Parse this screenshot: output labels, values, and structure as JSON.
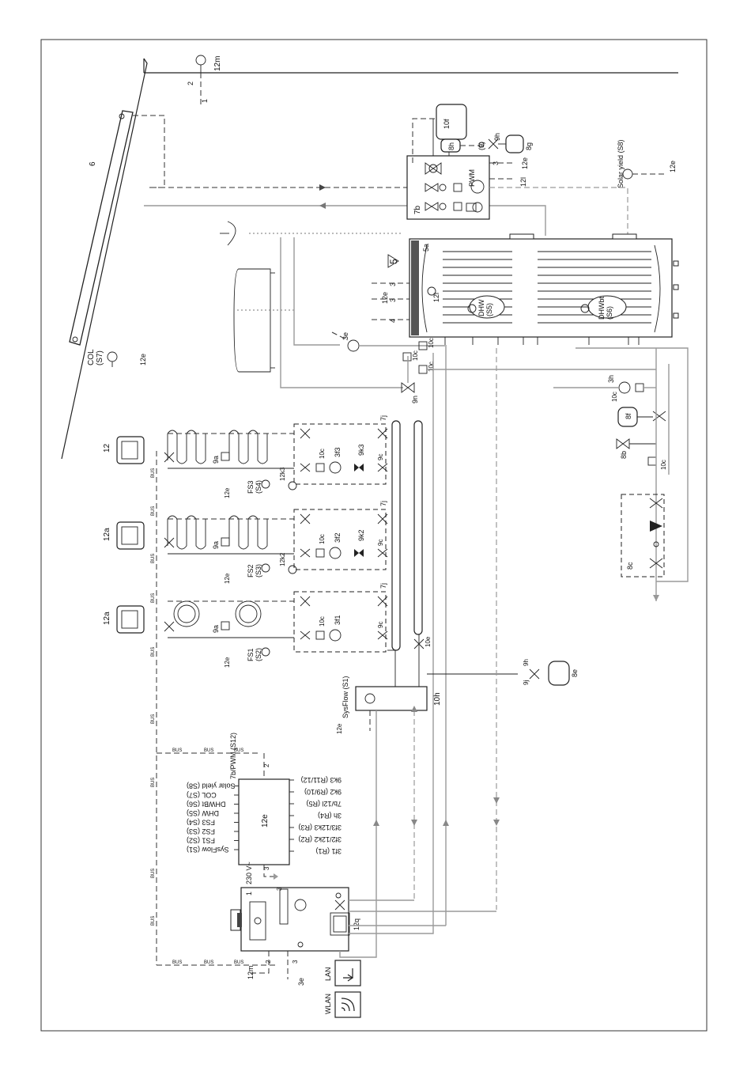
{
  "components": {
    "collector": "6",
    "sensor_top": "12m",
    "col_sensor": "COL\n(S7)",
    "pump_station": "7b",
    "pwm": "PWM",
    "expansion_10f": "10f",
    "vessel_8h": "8h",
    "valve_9_paren": "(9)",
    "valve_9h": "9h",
    "vessel_8g": "8g",
    "label_12l": "12l",
    "solar_yield": "Solar yield (S8)",
    "tank": "5a",
    "tank_warning": "5",
    "dhw": "DHW\n(S5)",
    "dhwbt": "DHWbt\n(S6)",
    "pump_3e": "3e",
    "valve_9n": "9n",
    "filter_10c": "10c",
    "pump_3h": "3h",
    "vessel_8f": "8f",
    "valve_8b": "8b",
    "cold_water_8c": "8c",
    "circuit_7j": "7j",
    "valve_10e": "10e",
    "sysflow": "SysFlow (S1)",
    "hydraulic_separator": "10h",
    "valve_9j": "9j",
    "vessel_8e": "8e",
    "controller": "12e",
    "heat_pump": "1",
    "heat_pump_display": "12q",
    "power": "230 V~",
    "lan": "LAN",
    "wlan": "WLAN",
    "bus": "BUS",
    "bus_lower": "BUS"
  },
  "circuits": [
    {
      "room_unit": "12",
      "sensor": "FS3\n(S4)",
      "pump": "3f3",
      "mixer": "9k3",
      "mixer_sensor": "12k3",
      "valve_9a": "9a",
      "valve_9c": "9c",
      "filter": "10c"
    },
    {
      "room_unit": "12a",
      "sensor": "FS2\n(S3)",
      "pump": "3f2",
      "mixer": "9k2",
      "mixer_sensor": "12k2",
      "valve_9a": "9a",
      "valve_9c": "9c",
      "filter": "10c"
    },
    {
      "room_unit": "12a",
      "sensor": "FS1\n(S2)",
      "pump": "3f1",
      "mixer": "",
      "mixer_sensor": "",
      "valve_9a": "9a",
      "valve_9c": "9c",
      "filter": "10c"
    }
  ],
  "wire_marks": {
    "w1": "1",
    "w2": "2",
    "w3": "3",
    "w4": "4",
    "w12e": "12e"
  },
  "controller_terminals_left": [
    "7b/PWM (S12)",
    "Solar yield (S8)",
    "COL (S7)",
    "DHWBt (S6)",
    "DHW (S5)",
    "FS3 (S4)",
    "FS2 (S3)",
    "FS1 (S2)",
    "SysFlow (S1)"
  ],
  "controller_terminals_right": [
    "9k3 (R11/12)",
    "9k2 (R9/10)",
    "7b/12l (R5)",
    "3h (R4)",
    "3f3/12k3 (R3)",
    "3f2/12k2 (R2)",
    "3f1 (R1)"
  ]
}
